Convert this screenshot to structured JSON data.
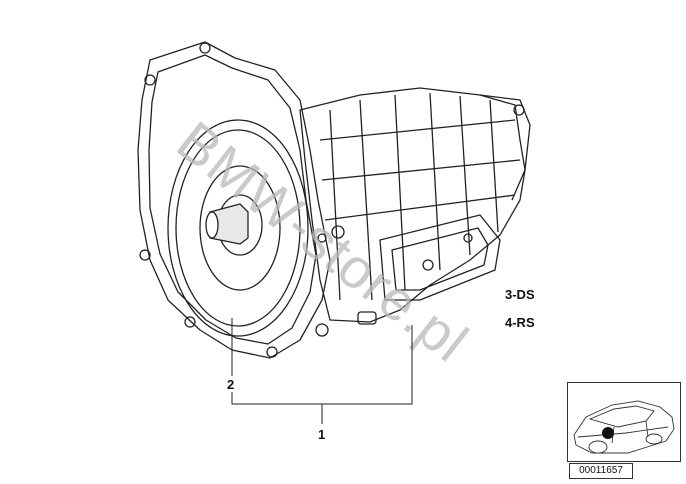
{
  "variants": {
    "line1": "3-DS",
    "line2": "4-RS"
  },
  "callouts": {
    "part2": "2",
    "part1": "1"
  },
  "watermark": "BMW-store.pl",
  "thumbnail": {
    "code": "00011657",
    "marker_color": "#111111"
  },
  "colors": {
    "line": "#222222",
    "watermark": "#b9b9b9"
  },
  "icons": {
    "part_drawing": "transmission-drawing",
    "car": "car-thumbnail-icon"
  }
}
